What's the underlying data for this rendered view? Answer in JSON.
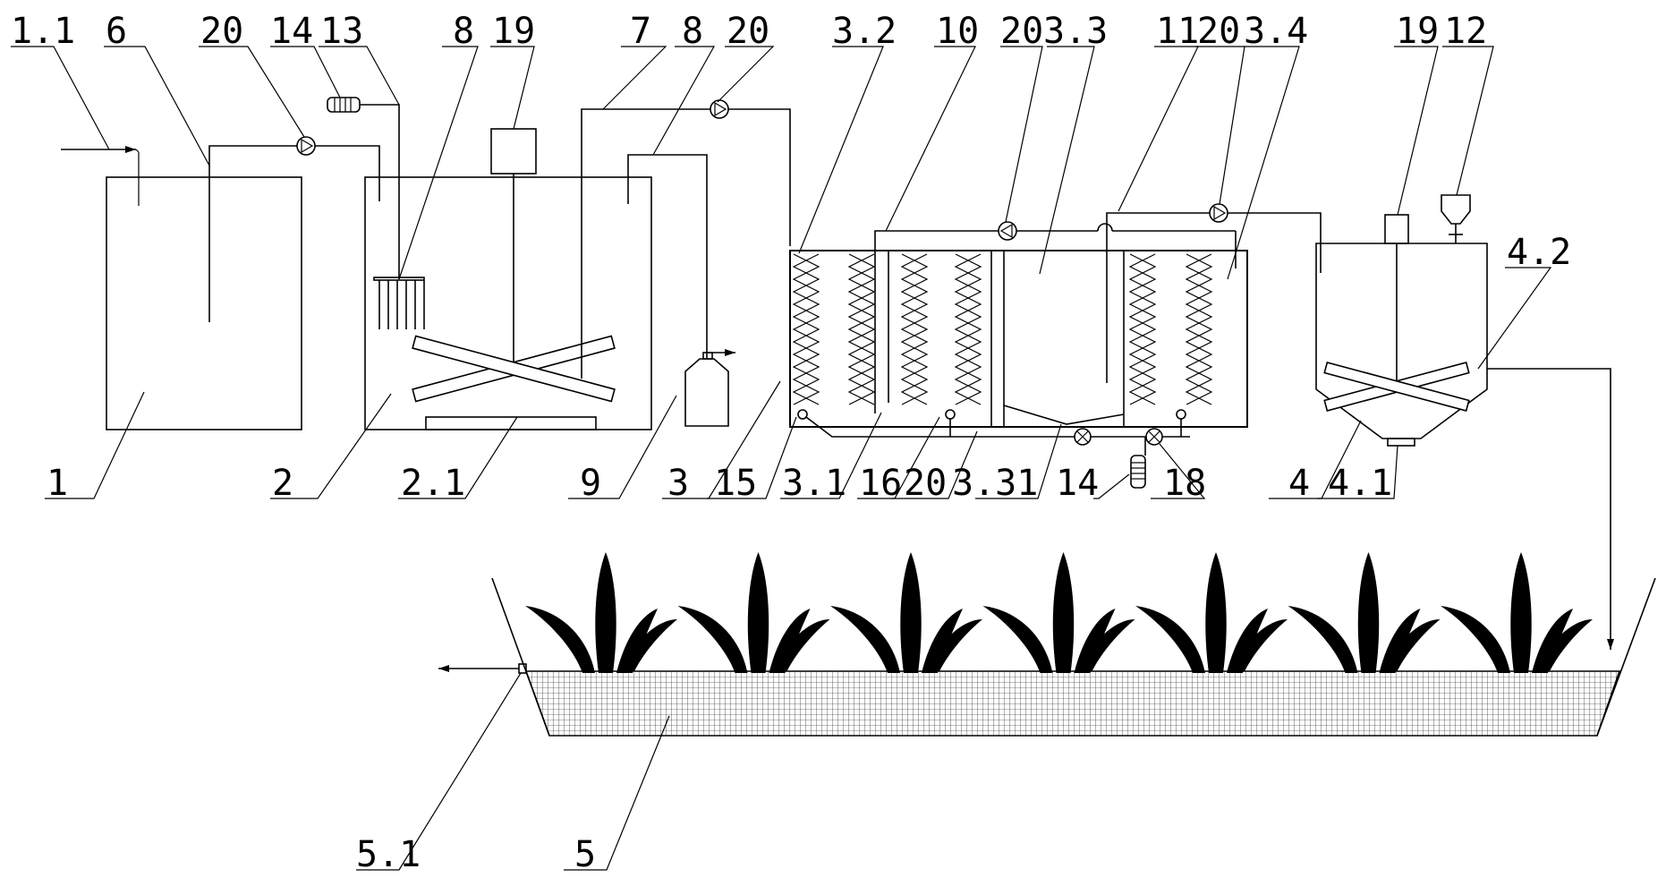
{
  "diagram": {
    "labels": {
      "l1_1": "1.1",
      "l6": "6",
      "l20a": "20",
      "l14a": "14",
      "l13": "13",
      "l8a": "8",
      "l19a": "19",
      "l7": "7",
      "l8b": "8",
      "l20b": "20",
      "l3_2": "3.2",
      "l10": "10",
      "l20c": "20",
      "l3_3": "3.3",
      "l11": "11",
      "l20d": "20",
      "l3_4": "3.4",
      "l19b": "19",
      "l12": "12",
      "l4_2": "4.2",
      "l1": "1",
      "l2": "2",
      "l2_1": "2.1",
      "l9": "9",
      "l3": "3",
      "l15": "15",
      "l3_1": "3.1",
      "l16": "16",
      "l20e": "20",
      "l3_31": "3.31",
      "l14b": "14",
      "l18": "18",
      "l4": "4",
      "l4_1": "4.1",
      "l5_1": "5.1",
      "l5": "5"
    },
    "plant_count": 7,
    "packing_columns": 6
  }
}
